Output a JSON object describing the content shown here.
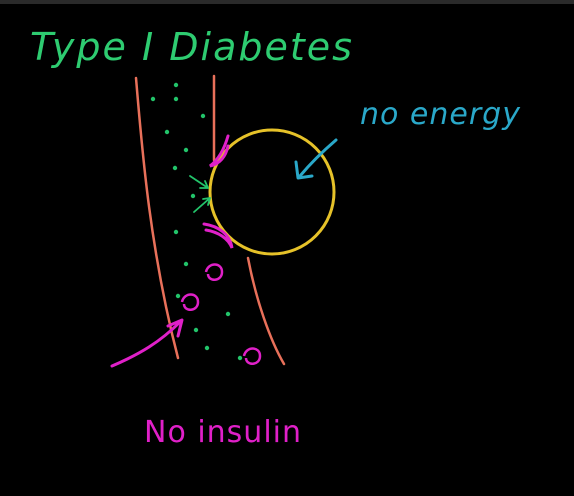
{
  "title": "Type I Diabetes",
  "label_energy": "no energy",
  "label_insulin": "No insulin",
  "colors": {
    "background": "#000000",
    "title": "#2ecc71",
    "energy": "#2aa8c9",
    "insulin": "#e020c8",
    "vessel": "#e8705a",
    "cell": "#e6c229",
    "glucose": "#22c46a"
  }
}
